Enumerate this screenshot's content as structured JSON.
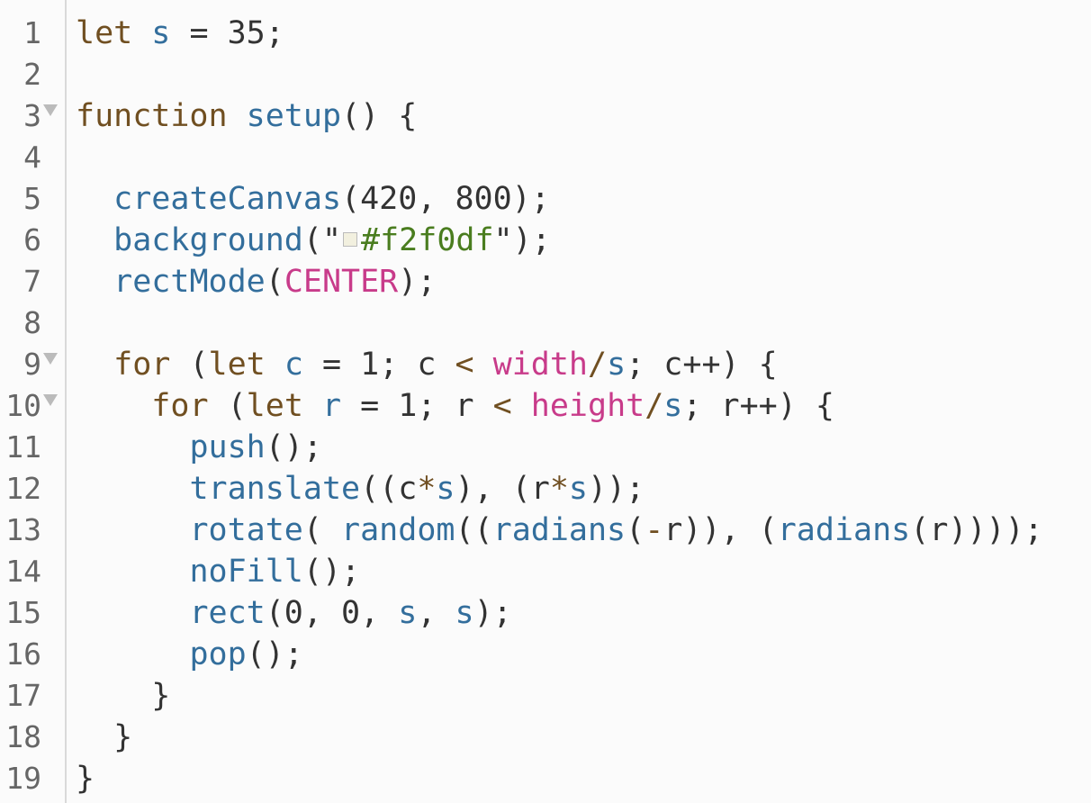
{
  "editor": {
    "language": "javascript",
    "colors": {
      "background": "#fbfbfb",
      "keyword": "#704f21",
      "function": "#336e9c",
      "string": "#4a7d1f",
      "constant": "#c83b8a",
      "default": "#333333",
      "line_number": "#666666"
    },
    "lines": [
      {
        "n": "1",
        "fold": false,
        "text": "let s = 35;"
      },
      {
        "n": "2",
        "fold": false,
        "text": ""
      },
      {
        "n": "3",
        "fold": true,
        "text": "function setup() {"
      },
      {
        "n": "4",
        "fold": false,
        "text": ""
      },
      {
        "n": "5",
        "fold": false,
        "text": "  createCanvas(420, 800);"
      },
      {
        "n": "6",
        "fold": false,
        "text": "  background(\"#f2f0df\");"
      },
      {
        "n": "7",
        "fold": false,
        "text": "  rectMode(CENTER);"
      },
      {
        "n": "8",
        "fold": false,
        "text": ""
      },
      {
        "n": "9",
        "fold": true,
        "text": "  for (let c = 1; c < width/s; c++) {"
      },
      {
        "n": "10",
        "fold": true,
        "text": "    for (let r = 1; r < height/s; r++) {"
      },
      {
        "n": "11",
        "fold": false,
        "text": "      push();"
      },
      {
        "n": "12",
        "fold": false,
        "text": "      translate((c*s), (r*s));"
      },
      {
        "n": "13",
        "fold": false,
        "text": "      rotate( random((radians(-r)), (radians(r))));"
      },
      {
        "n": "14",
        "fold": false,
        "text": "      noFill();"
      },
      {
        "n": "15",
        "fold": false,
        "text": "      rect(0, 0, s, s);"
      },
      {
        "n": "16",
        "fold": false,
        "text": "      pop();"
      },
      {
        "n": "17",
        "fold": false,
        "text": "    }"
      },
      {
        "n": "18",
        "fold": false,
        "text": "  }"
      },
      {
        "n": "19",
        "fold": false,
        "text": "}"
      }
    ],
    "tokens": {
      "l1": {
        "kw": "let",
        "var": "s",
        "eq": "=",
        "num": "35",
        "semi": ";"
      },
      "l3": {
        "kw": "function",
        "fn": "setup",
        "rest": "() {"
      },
      "l5": {
        "fn": "createCanvas",
        "args": "(420, 800);"
      },
      "l6": {
        "fn": "background",
        "open": "(\"",
        "str": "#f2f0df",
        "close": "\");",
        "swatch_color": "#f2f0df"
      },
      "l7": {
        "fn": "rectMode",
        "open": "(",
        "const": "CENTER",
        "close": ");"
      },
      "l9": {
        "kw_for": "for",
        "p1": " (",
        "kw_let": "let",
        "var": "c",
        "mid1": " = 1; c ",
        "lt": "<",
        "const": "width",
        "slash": "/",
        "var2": "s",
        "end": "; c++) {"
      },
      "l10": {
        "kw_for": "for",
        "p1": " (",
        "kw_let": "let",
        "var": "r",
        "mid1": " = 1; r ",
        "lt": "<",
        "const": "height",
        "slash": "/",
        "var2": "s",
        "end": "; r++) {"
      },
      "l11": {
        "fn": "push",
        "rest": "();"
      },
      "l12": {
        "fn": "translate",
        "a": "((c",
        "star": "*",
        "s1": "s",
        "b": "), (r",
        "star2": "*",
        "s2": "s",
        "c": "));"
      },
      "l13": {
        "fn": "rotate",
        "a": "( ",
        "fn2": "random",
        "b": "((",
        "fn3": "radians",
        "c": "(",
        "minus": "-",
        "d": "r)), (",
        "fn4": "radians",
        "e": "(r))));"
      },
      "l14": {
        "fn": "noFill",
        "rest": "();"
      },
      "l15": {
        "fn": "rect",
        "a": "(0, 0, ",
        "s1": "s",
        "b": ", ",
        "s2": "s",
        "c": ");"
      },
      "l16": {
        "fn": "pop",
        "rest": "();"
      },
      "l17": {
        "rest": "    }"
      },
      "l18": {
        "rest": "  }"
      },
      "l19": {
        "rest": "}"
      }
    }
  }
}
